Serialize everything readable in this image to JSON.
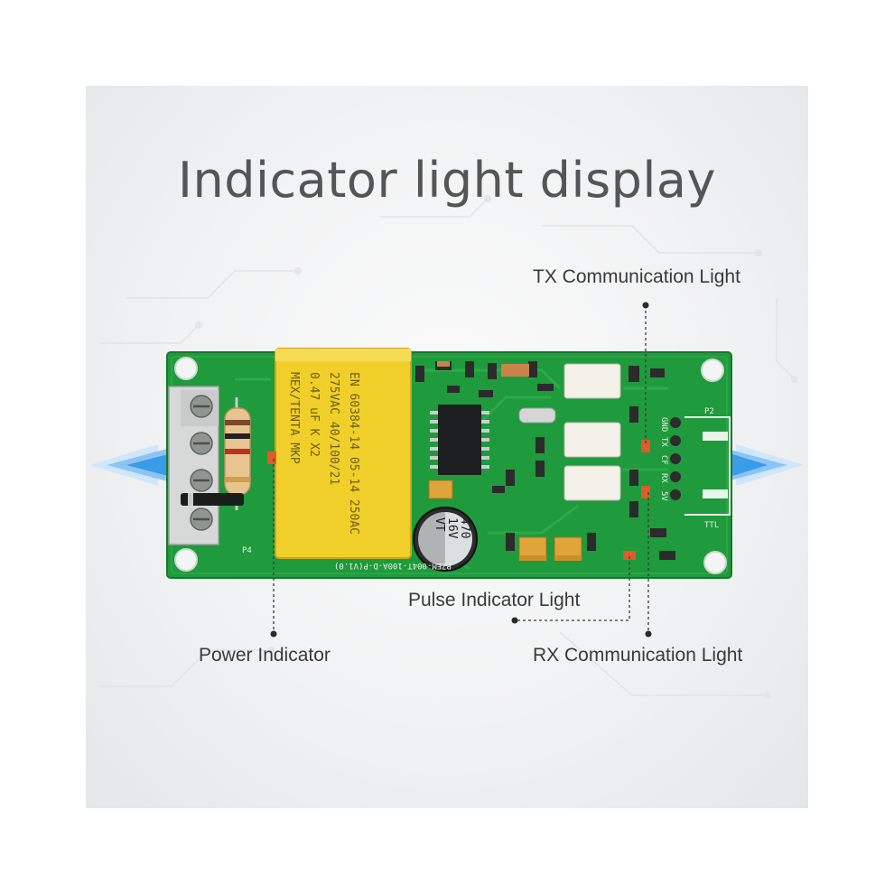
{
  "title": "Indicator light display",
  "labels": {
    "tx": "TX Communication Light",
    "pulse": "Pulse Indicator Light",
    "power": "Power Indicator",
    "rx": "RX Communication Light"
  },
  "board": {
    "model": "PZEM-004T-100A-D-P(V1.0)",
    "capacitor_lines": [
      "MEX/TENTA MKP",
      "0.47 uF K X2",
      "275VAC 40/100/21",
      "EN 60384-14 05-14 250AC"
    ],
    "electrolytic_lines": [
      "VT",
      "16V",
      "470"
    ],
    "pin_labels": [
      "GND",
      "TX",
      "CF",
      "RX",
      "5V"
    ],
    "ttl_label": "TTL",
    "connector_label": "P2",
    "p4_label": "P4"
  },
  "colors": {
    "pcb": "#1f9a3c",
    "capacitor": "#f1cf2a",
    "accent_blue": "#2a8fe0",
    "text": "#3a3a3a"
  }
}
